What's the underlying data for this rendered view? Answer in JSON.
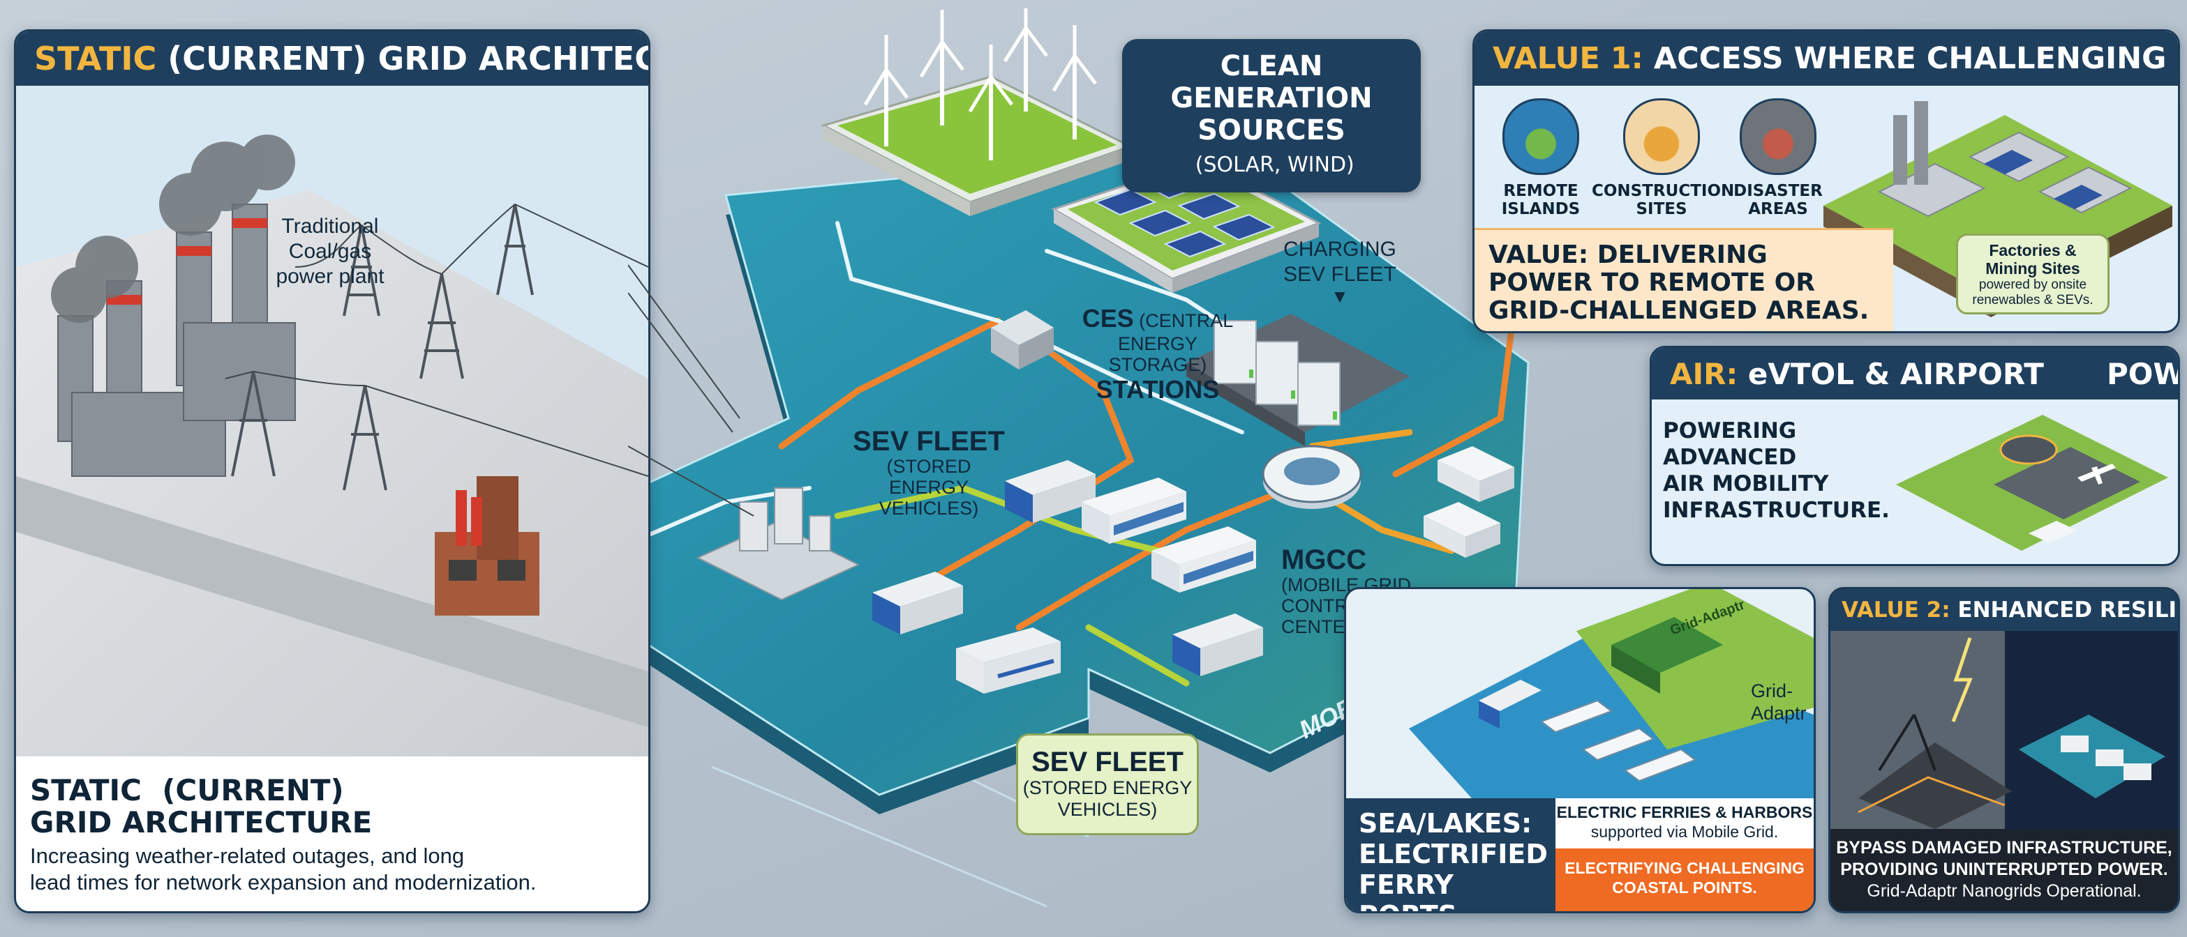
{
  "static_panel": {
    "header_prefix": "STATIC",
    "header_rest": " (CURRENT) GRID ARCHITECTURE",
    "plant_label_line1": "Traditional",
    "plant_label_line2": "Coal/gas",
    "plant_label_line3": "power plant",
    "footer_title_line1": "STATIC  (CURRENT)",
    "footer_title_line2": "GRID ARCHITECTURE",
    "footer_desc_line1": "Increasing weather-related outages, and long",
    "footer_desc_line2": "lead times for network expansion and modernization."
  },
  "clean_generation": {
    "line1": "CLEAN GENERATION",
    "line2_bold": "SOURCES",
    "line2_small": " (SOLAR, WIND)"
  },
  "charging": {
    "line1": "CHARGING",
    "line2": "SEV FLEET"
  },
  "ces": {
    "bold1": "CES",
    "small1": " (CENTRAL",
    "small2": "ENERGY STORAGE)",
    "bold2": "STATIONS"
  },
  "sev_fleet_map": {
    "title": "SEV FLEET",
    "sub1": "(STORED ENERGY",
    "sub2": "VEHICLES)"
  },
  "mgcc": {
    "title": "MGCC",
    "sub1": "(MOBILE GRID",
    "sub2": "CONTROL CENTER)"
  },
  "grid_edge_label": "MOBILE ELECTRIC GRID",
  "sev_callout": {
    "title": "SEV FLEET",
    "sub1": "(STORED ENERGY",
    "sub2": "VEHICLES)"
  },
  "value1": {
    "header_prefix": "VALUE 1:",
    "header_rest": " ACCESS WHERE CHALLENGING",
    "icons": [
      {
        "line1": "REMOTE",
        "line2": "ISLANDS"
      },
      {
        "line1": "CONSTRUCTION",
        "line2": "SITES"
      },
      {
        "line1": "DISASTER",
        "line2": "AREAS"
      }
    ],
    "value_line1": "VALUE: DELIVERING",
    "value_line2": "POWER TO REMOTE OR",
    "value_line3": "GRID-CHALLENGED AREAS.",
    "badge_title1": "Factories &",
    "badge_title2": "Mining Sites",
    "badge_sub1": "powered by onsite",
    "badge_sub2": "renewables & SEVs."
  },
  "air": {
    "header_prefix": "AIR:",
    "header_rest": " eVTOL & AIRPORT",
    "header_tail": "POWER",
    "line1": "POWERING ADVANCED",
    "line2": "AIR MOBILITY",
    "line3": "INFRASTRUCTURE."
  },
  "sea": {
    "grid_adaptr_box": "Grid-Adaptr",
    "grid_adaptr_line1": "Grid-",
    "grid_adaptr_line2": "Adaptr",
    "title1": "SEA/LAKES:",
    "title2": "ELECTRIFIED",
    "title3": "FERRY PORTS",
    "ferry_line1": "ELECTRIC FERRIES & HARBORS",
    "ferry_line2": "supported via Mobile Grid.",
    "orange_line1": "ELECTRIFYING CHALLENGING",
    "orange_line2": "COASTAL POINTS."
  },
  "value2": {
    "header_prefix": "VALUE 2:",
    "header_rest": " ENHANCED RESILIENCY",
    "line1": "BYPASS DAMAGED INFRASTRUCTURE,",
    "line2": "PROVIDING UNINTERRUPTED POWER.",
    "line3": "Grid-Adaptr Nanogrids Operational."
  },
  "colors": {
    "navy": "#1f3f5e",
    "gold": "#f2b640",
    "teal_grid": "#2a8fa6",
    "orange_flow": "#f0842c",
    "green_flow": "#b7d43a",
    "orange_panel": "#ef6a22",
    "cream": "#fde7c8"
  }
}
